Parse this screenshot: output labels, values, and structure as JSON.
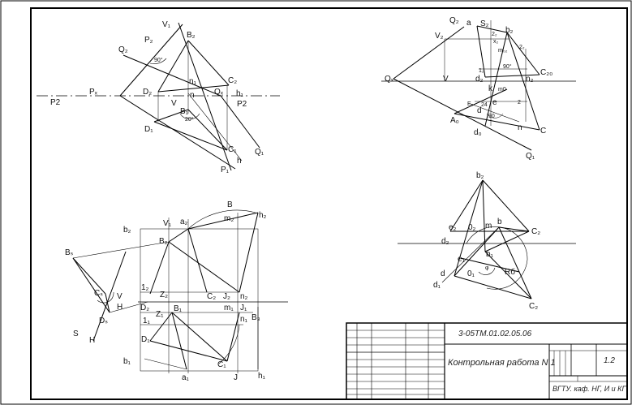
{
  "drawing_sheet": {
    "title_block": {
      "doc_code": "3-05ТМ.01.02.05.06",
      "title": "Контрольная работа N 1",
      "sheet_number": "1.2",
      "organization": "ВГТУ. каф. НГ, И и КГ"
    }
  },
  "figure1": {
    "labels": {
      "V1": "V₁",
      "P2a": "P₂",
      "B2": "B₂",
      "Q2": "Q₂",
      "angle90": "90°",
      "Px": "Pₓ",
      "P2left": "P2",
      "D2": "D₂",
      "n1": "n₁",
      "C2": "C₂",
      "h1": "h₁",
      "Qx": "Qₓ",
      "n": "n",
      "V": "V",
      "B1": "B₁",
      "P2right": "P2",
      "angle20": "20°",
      "D1": "D₁",
      "C1": "C₁",
      "Q1": "Q₁",
      "h": "h",
      "P1": "P₁"
    }
  },
  "figure2": {
    "labels": {
      "Q2": "Q₂",
      "a": "a",
      "S2": "S₂",
      "b2": "b₂",
      "V2": "V₂",
      "x2": "x₂",
      "22a": "2₂",
      "m02": "m₀₂",
      "22b": "2₂",
      "90deg": "90°",
      "12": "1₂",
      "d2": "d₂",
      "C20": "C₂₀",
      "Qx": "Qₓ",
      "V": "V",
      "n2": "n₂",
      "k": "k",
      "m0": "m0",
      "E0": "E₀",
      "e": "e",
      "24": "24",
      "2": "2",
      "A0": "A₀",
      "d": "d",
      "90b": "90",
      "d0": "d₀",
      "n": "n",
      "C": "C",
      "Q1": "Q₁"
    }
  },
  "figure3": {
    "labels": {
      "B": "B",
      "V1": "V₁",
      "a2": "a₂",
      "m2": "m₂",
      "h2": "h₂",
      "b2": "b₂",
      "B2": "B₂",
      "Bs": "Bₛ",
      "12": "1₂",
      "Z2": "Z₂",
      "C2": "C₂",
      "J2": "J₂",
      "n2": "n₂",
      "Cs": "Cₛ",
      "V": "V",
      "H": "H",
      "D2": "D₂",
      "B1": "B₁",
      "m1": "m₁",
      "J1": "J₁",
      "Z1": "Z₁",
      "11": "1₁",
      "n1": "n₁",
      "B3": "B₃",
      "Ds": "Dₛ",
      "S": "S",
      "H2": "H",
      "D1": "D₁",
      "b1": "b₁",
      "C1": "C₁",
      "a1": "a₁",
      "J": "J",
      "h1": "h₁"
    }
  },
  "figure4": {
    "labels": {
      "b2": "b₂",
      "e2": "e₂",
      "02": "0₂",
      "m": "m",
      "b": "b",
      "C2a": "C₂",
      "d2": "d₂",
      "b1": "b₁",
      "e1": "e₁",
      "d": "d",
      "01": "0₁",
      "phi": "φ",
      "Rb": "Rб",
      "d1": "d₁",
      "C2b": "C₂"
    }
  }
}
